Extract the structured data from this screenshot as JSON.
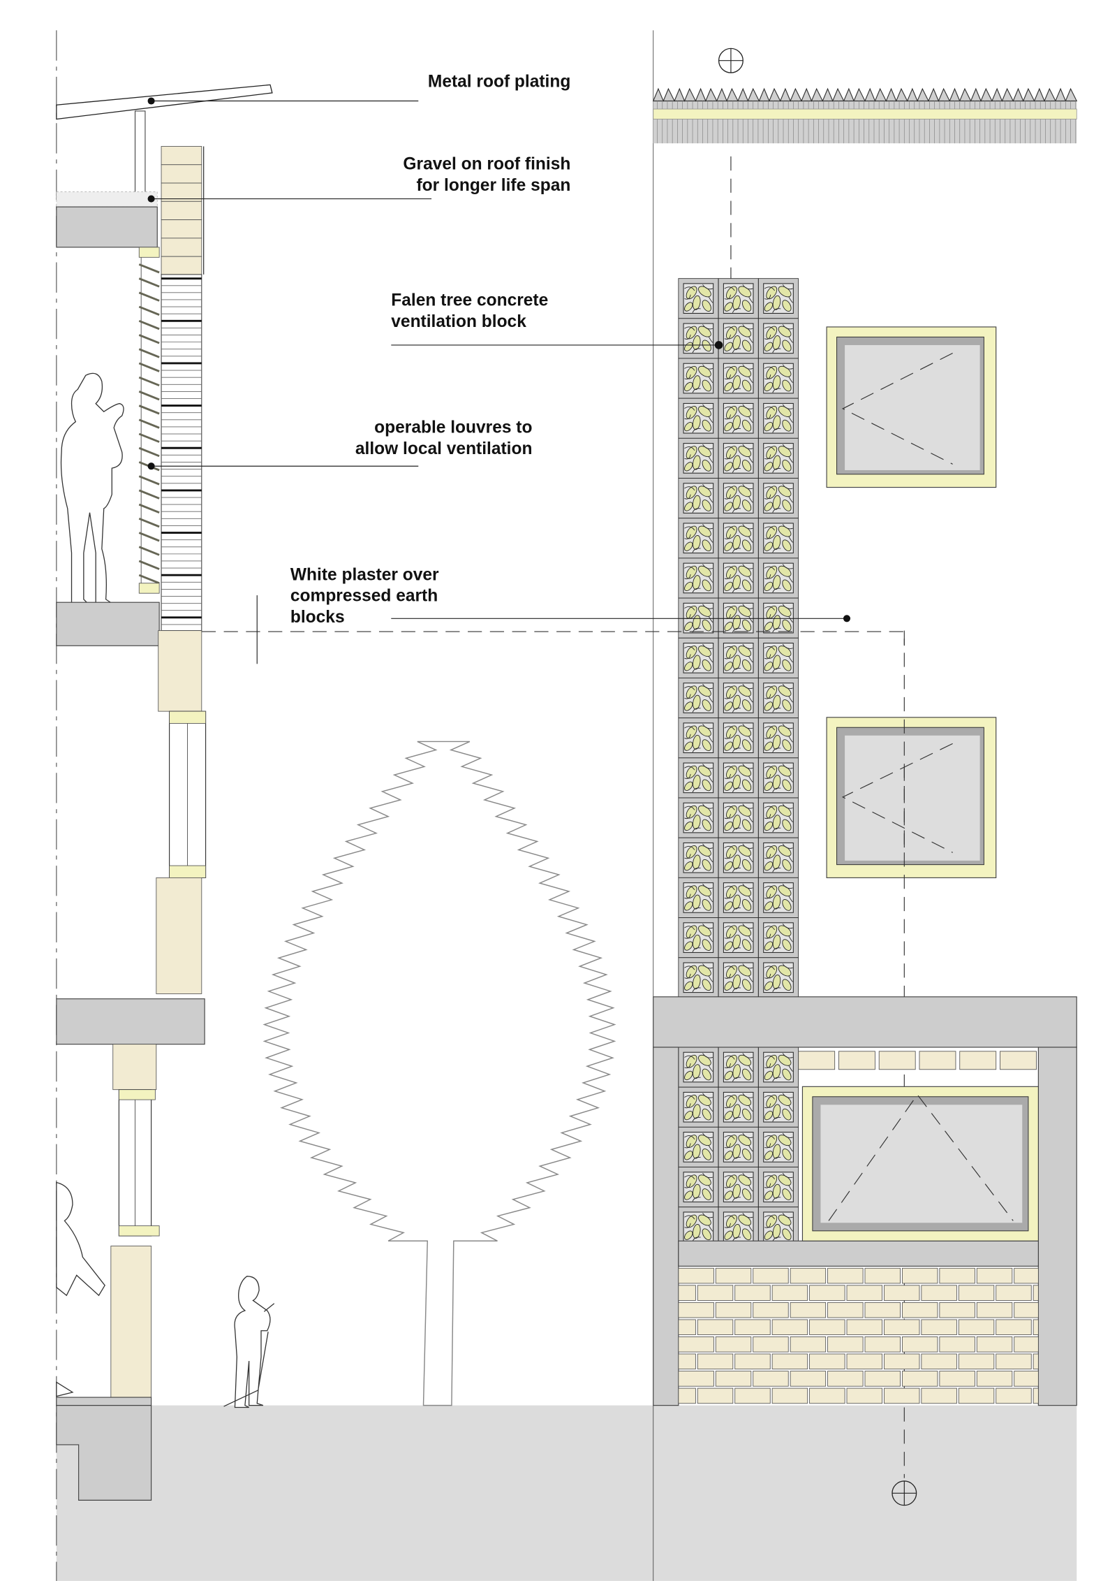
{
  "annotations": {
    "metal_roof": [
      "Metal roof plating"
    ],
    "gravel": [
      "Gravel on roof finish",
      "for longer life span"
    ],
    "vent_block": [
      "Falen tree concrete",
      "ventilation block"
    ],
    "louvres": [
      "operable louvres to",
      "allow local ventilation"
    ],
    "plaster": [
      "White plaster over",
      "compressed earth",
      "blocks"
    ]
  },
  "colors": {
    "concrete": "#cdcdcd",
    "earth_block": "#f2ebd2",
    "timber_frame": "#f3f3c0",
    "ground": "#dcdcdc",
    "leaf": "#e2e6a8"
  },
  "vent_block_grid": {
    "columns": 3,
    "upper_rows": 18,
    "lower_rows": 5
  }
}
